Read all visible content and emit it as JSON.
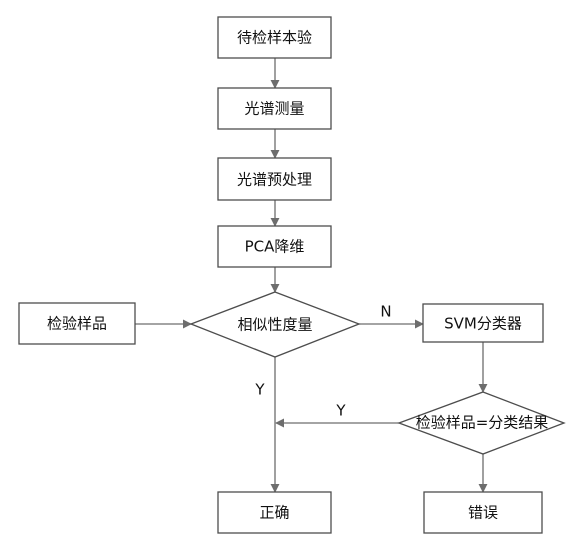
{
  "nodes": {
    "sample_to_test": "待检样本验",
    "spectral_measurement": "光谱测量",
    "spectral_preprocessing": "光谱预处理",
    "pca_reduction": "PCA降维",
    "test_sample": "检验样品",
    "similarity_measure": "相似性度量",
    "svm_classifier": "SVM分类器",
    "sample_equals_result": "检验样品=分类结果",
    "correct": "正确",
    "error": "错误"
  },
  "edge_labels": {
    "no": "N",
    "yes_main": "Y",
    "yes_branch": "Y"
  }
}
